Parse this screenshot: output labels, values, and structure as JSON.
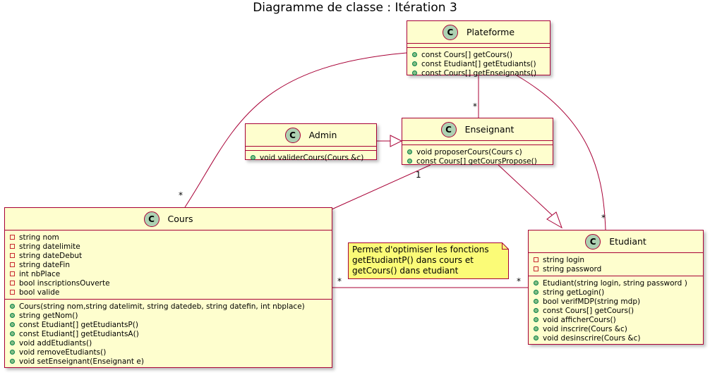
{
  "title": "Diagramme de classe : Itération 3",
  "class_badge": "C",
  "classes": {
    "plateforme": {
      "name": "Plateforme",
      "attributes": [],
      "methods": [
        "const Cours[] getCours()",
        "const Etudiant[] getEtudiants()",
        "const Cours[] getEnseignants()"
      ]
    },
    "admin": {
      "name": "Admin",
      "attributes": [],
      "methods": [
        "void validerCours(Cours &c)"
      ]
    },
    "enseignant": {
      "name": "Enseignant",
      "attributes": [],
      "methods": [
        "void proposerCours(Cours c)",
        "const Cours[] getCoursPropose()"
      ]
    },
    "cours": {
      "name": "Cours",
      "attributes": [
        "string nom",
        "string datelimite",
        "string dateDebut",
        "string dateFin",
        "int nbPlace",
        "bool inscriptionsOuverte",
        "bool valide"
      ],
      "methods": [
        "Cours(string nom,string datelimit, string datedeb, string datefin, int nbplace)",
        "string getNom()",
        "const Etudiant[] getEtudiantsP()",
        "const Etudiant[] getEtudiantsA()",
        "void addEtudiants()",
        "void removeEtudiants()",
        "void setEnseignant(Enseignant e)"
      ]
    },
    "etudiant": {
      "name": "Etudiant",
      "attributes": [
        "string login",
        "string password"
      ],
      "methods": [
        "Etudiant(string login, string password )",
        "string getLogin()",
        "bool verifMDP(string mdp)",
        "const Cours[] getCours()",
        "void afficherCours()",
        "void inscrire(Cours &c)",
        "void desinscrire(Cours &c)"
      ]
    }
  },
  "note": "Permet d'optimiser les fonctions\ngetEtudiantP() dans cours et\ngetCours() dans etudiant",
  "multiplicities": {
    "plateforme_enseignant": "*",
    "plateforme_cours": "*",
    "plateforme_etudiant": "*",
    "enseignant_cours": "1",
    "cours_etudiant_left": "*",
    "cours_etudiant_right": "*"
  },
  "colors": {
    "class_fill": "#fefece",
    "border": "#a80036",
    "badge": "#add1b2",
    "note_fill": "#fbfb77",
    "private_marker": "#c82930",
    "public_marker": "#84be84"
  }
}
